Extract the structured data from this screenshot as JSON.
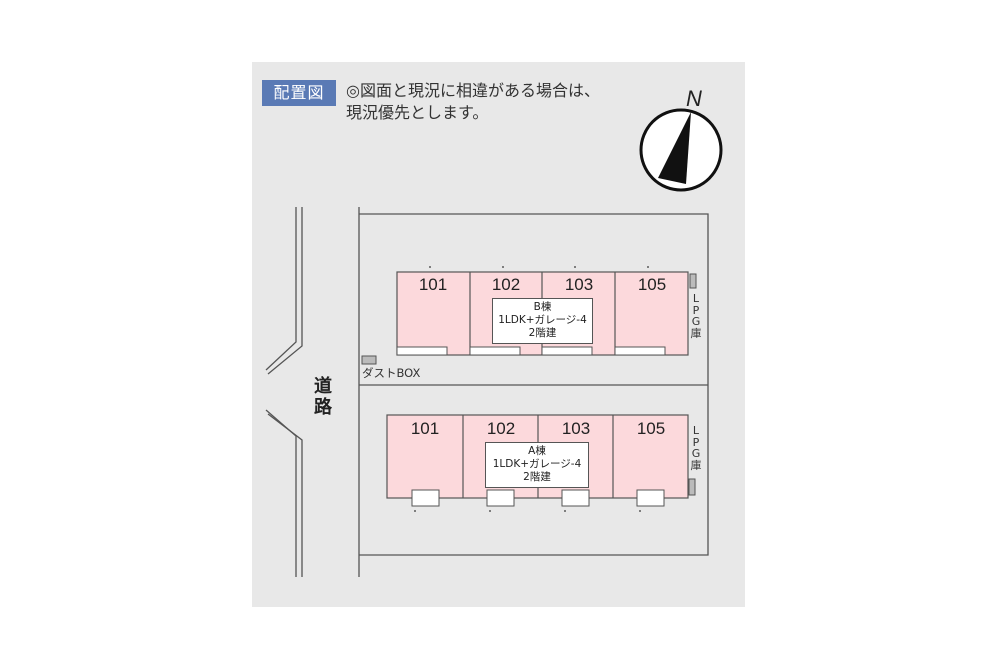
{
  "header": {
    "badge": "配置図",
    "note": "◎図面と現況に相違がある場合は、\n現況優先とします。",
    "north": "N"
  },
  "road": {
    "label_top": "道",
    "label_bottom": "路"
  },
  "dust_box": {
    "label": "ダストBOX"
  },
  "buildings": [
    {
      "id": "B",
      "label_line1": "B棟",
      "label_line2": "1LDK+ガレージ-4",
      "label_line3": "2階建",
      "units": [
        "101",
        "102",
        "103",
        "105"
      ],
      "lpg_label": [
        "L",
        "P",
        "G",
        "庫"
      ]
    },
    {
      "id": "A",
      "label_line1": "A棟",
      "label_line2": "1LDK+ガレージ-4",
      "label_line3": "2階建",
      "units": [
        "101",
        "102",
        "103",
        "105"
      ],
      "lpg_label": [
        "L",
        "P",
        "G",
        "庫"
      ]
    }
  ],
  "colors": {
    "panel": "#e8e8e8",
    "badge": "#5a7ab5",
    "unit_fill": "#fcd9dc",
    "line": "#555555"
  }
}
